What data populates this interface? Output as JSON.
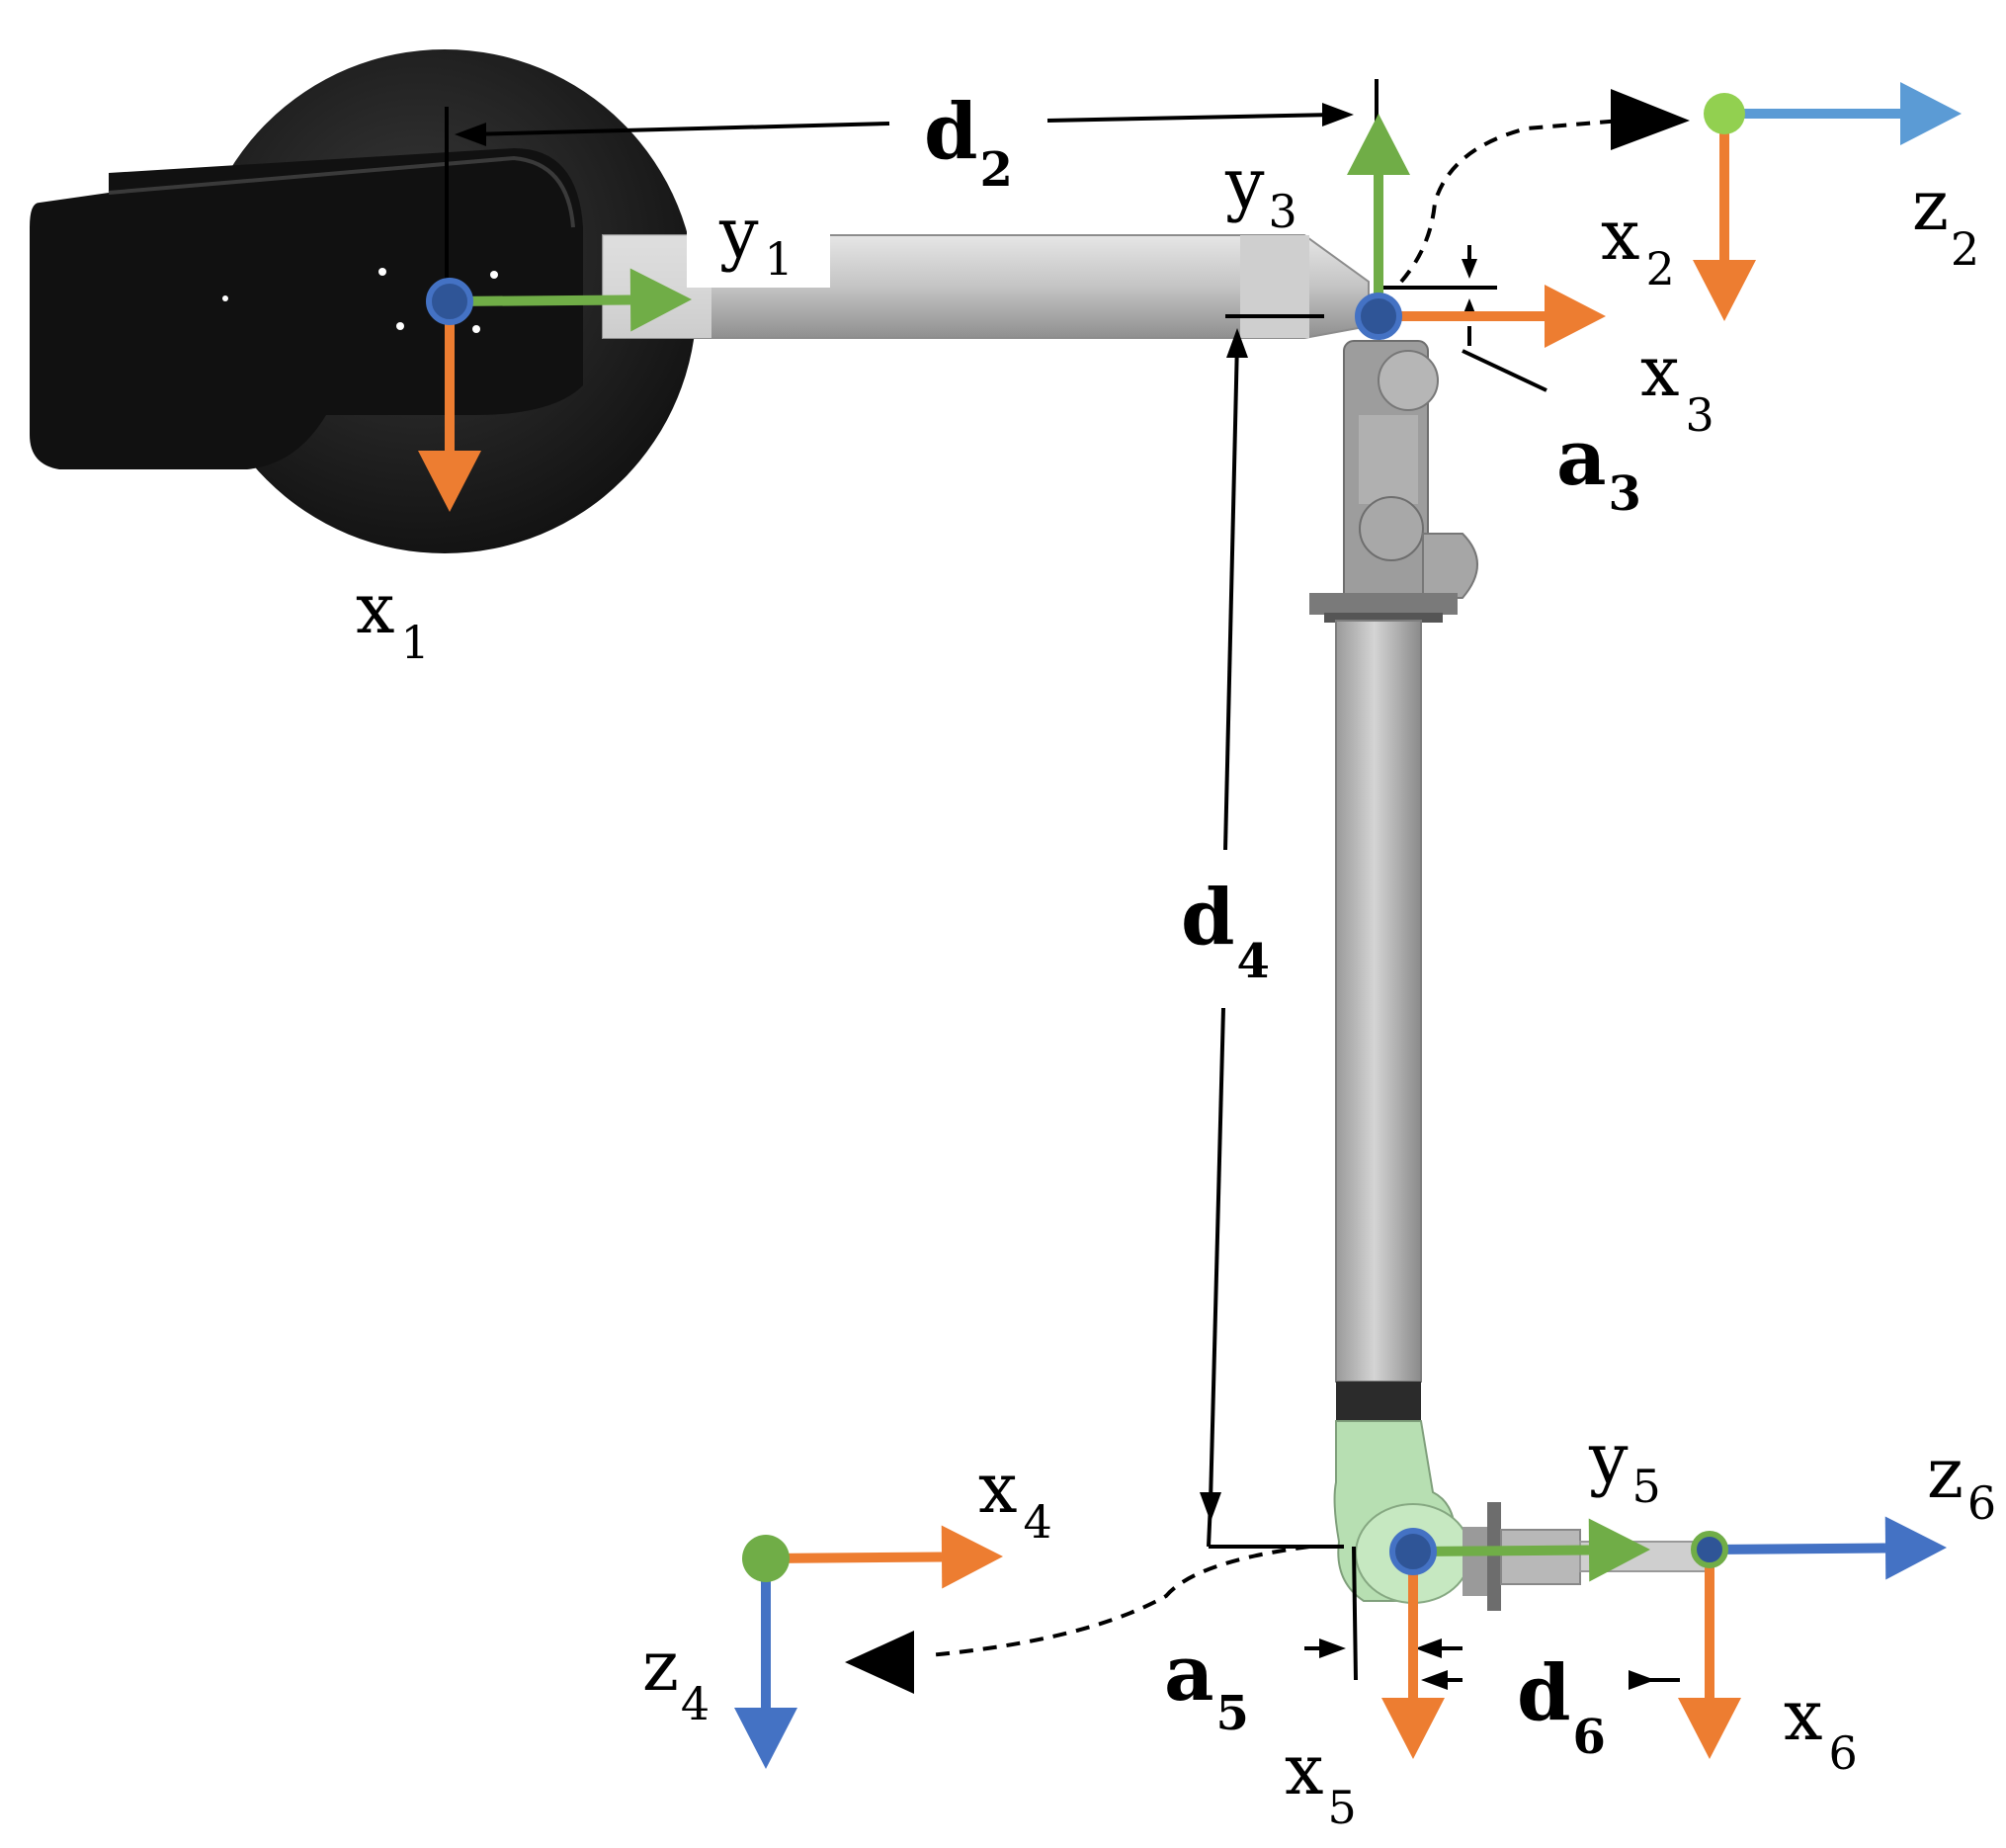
{
  "colors": {
    "x_axis": "#ED7D31",
    "y_axis": "#70AD47",
    "z_axis_light": "#5B9BD5",
    "z_axis": "#4472C4",
    "origin_blue": "#2F5597",
    "origin_green": "#70AD47",
    "origin_green_light": "#92D050",
    "dimension_line": "#000000",
    "robot_base": "#1a1a1a",
    "robot_arm": "#b8b8b8",
    "robot_wrist": "#b7dfb2"
  },
  "labels": {
    "x1": {
      "base": "x",
      "sub": "1"
    },
    "y1": {
      "base": "y",
      "sub": "1"
    },
    "x2": {
      "base": "x",
      "sub": "2"
    },
    "z2": {
      "base": "z",
      "sub": "2"
    },
    "y3": {
      "base": "y",
      "sub": "3"
    },
    "x3": {
      "base": "x",
      "sub": "3"
    },
    "x4": {
      "base": "x",
      "sub": "4"
    },
    "z4": {
      "base": "z",
      "sub": "4"
    },
    "y5": {
      "base": "y",
      "sub": "5"
    },
    "x5": {
      "base": "x",
      "sub": "5"
    },
    "z6": {
      "base": "z",
      "sub": "6"
    },
    "x6": {
      "base": "x",
      "sub": "6"
    }
  },
  "dimensions": {
    "d2": {
      "base": "d",
      "sub": "2"
    },
    "a3": {
      "base": "a",
      "sub": "3"
    },
    "d4": {
      "base": "d",
      "sub": "4"
    },
    "a5": {
      "base": "a",
      "sub": "5"
    },
    "d6": {
      "base": "d",
      "sub": "6"
    }
  }
}
